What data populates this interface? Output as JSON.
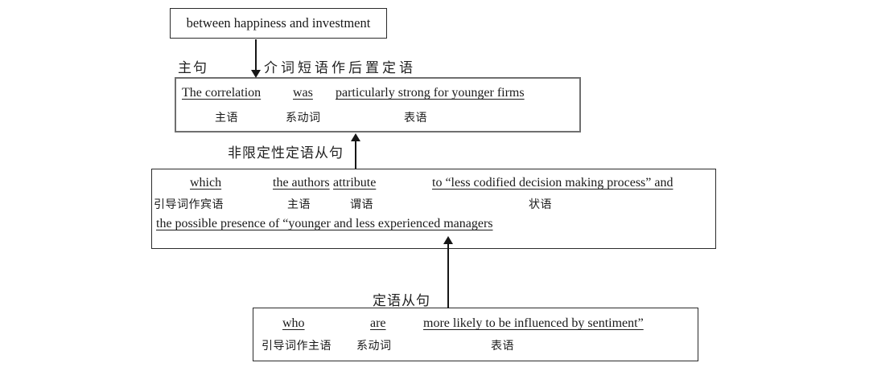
{
  "diagram": {
    "prep_box": {
      "text": "between happiness and investment"
    },
    "labels": {
      "main_clause": "主句",
      "prep_phrase_role": "介词短语作后置定语",
      "nonrestrictive_clause": "非限定性定语从句",
      "attributive_clause": "定语从句"
    },
    "main_box": {
      "segments": [
        {
          "en": "The correlation",
          "zh": "主语"
        },
        {
          "en": "was",
          "zh": "系动词"
        },
        {
          "en": "particularly strong for younger firms",
          "zh": "表语"
        }
      ]
    },
    "which_box": {
      "segments": [
        {
          "en": "which",
          "zh": "引导词作宾语"
        },
        {
          "en": "the authors",
          "zh": "主语"
        },
        {
          "en": "attribute",
          "zh": "谓语"
        },
        {
          "en": "to “less codified decision making process” and",
          "zh": "状语"
        }
      ],
      "continuation": "the possible presence of “younger and less experienced managers"
    },
    "who_box": {
      "segments": [
        {
          "en": "who",
          "zh": "引导词作主语"
        },
        {
          "en": "are",
          "zh": "系动词"
        },
        {
          "en": "more likely to be influenced by sentiment”",
          "zh": "表语"
        }
      ]
    }
  }
}
